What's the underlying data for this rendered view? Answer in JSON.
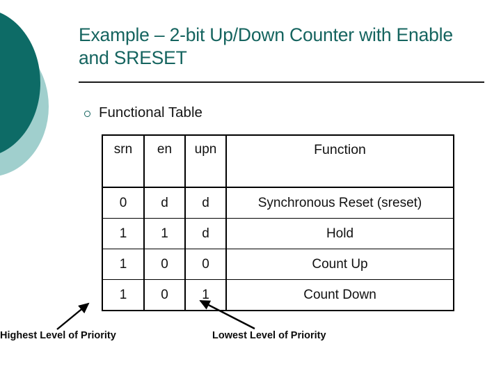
{
  "slide": {
    "title": "Example – 2-bit Up/Down Counter with Enable and SRESET",
    "accent_color": "#15645f",
    "decor": {
      "dark_circle_color": "#0d6b66",
      "light_circle_color": "#a0cfcd"
    }
  },
  "bullet": {
    "marker": "hollow-circle-bullet",
    "text": "Functional Table"
  },
  "table": {
    "headers": [
      "srn",
      "en",
      "upn",
      "Function"
    ],
    "rows": [
      {
        "srn": "0",
        "en": "d",
        "upn": "d",
        "function": "Synchronous Reset (sreset)"
      },
      {
        "srn": "1",
        "en": "1",
        "upn": "d",
        "function": "Hold"
      },
      {
        "srn": "1",
        "en": "0",
        "upn": "0",
        "function": "Count Up"
      },
      {
        "srn": "1",
        "en": "0",
        "upn": "1",
        "function": "Count Down"
      }
    ]
  },
  "annotations": {
    "highest": "Highest Level of Priority",
    "lowest": "Lowest Level of Priority"
  }
}
